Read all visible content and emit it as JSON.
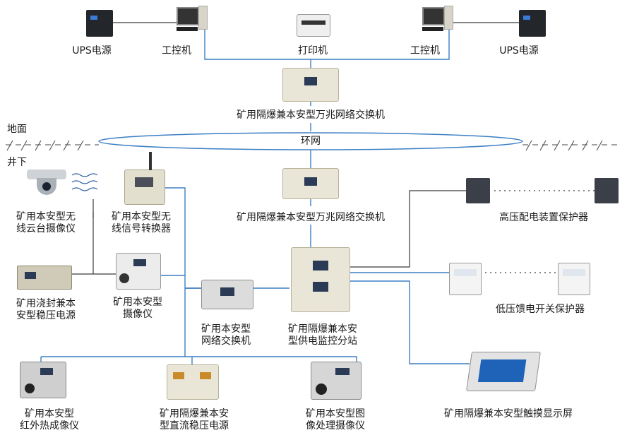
{
  "labels": {
    "ups_left": "UPS电源",
    "ipc_left": "工控机",
    "printer": "打印机",
    "ipc_right": "工控机",
    "ups_right": "UPS电源",
    "switch_top": "矿用隔爆兼本安型万兆网络交换机",
    "ground": "地面",
    "ring": "环网",
    "underground": "井下",
    "switch_mid": "矿用隔爆兼本安型万兆网络交换机",
    "ptz_cam": [
      "矿用本安型无",
      "线云台摄像仪"
    ],
    "wireless_conv": [
      "矿用本安型无",
      "线信号转换器"
    ],
    "hv_protector": "高压配电装置保护器",
    "power_supply": [
      "矿用浇封兼本",
      "安型稳压电源"
    ],
    "camera": [
      "矿用本安型",
      "摄像仪"
    ],
    "net_switch": [
      "矿用本安型",
      "网络交换机"
    ],
    "substation": [
      "矿用隔爆兼本安",
      "型供电监控分站"
    ],
    "lv_protector": "低压馈电开关保护器",
    "ir_cam": [
      "矿用本安型",
      "红外热成像仪"
    ],
    "dc_power": [
      "矿用隔爆兼本安",
      "型直流稳压电源"
    ],
    "img_cam": [
      "矿用本安型图",
      "像处理摄像仪"
    ],
    "touch_display": "矿用隔爆兼本安型触摸显示屏"
  },
  "colors": {
    "wire": "#3b7fc4",
    "wire_dark": "#444444",
    "ring": "#3b7fc4",
    "enclosure": "#e9e6d8",
    "enclosure_edge": "#b7b29a",
    "screen": "#2b3a55"
  },
  "icons": [
    "ups-icon",
    "computer-icon",
    "printer-icon",
    "switch-box-icon",
    "dome-camera-icon",
    "wireless-waves-icon",
    "wireless-converter-icon",
    "protector-device-icon",
    "power-supply-icon",
    "camera-box-icon",
    "substation-icon",
    "thermal-camera-icon",
    "touch-display-icon"
  ]
}
